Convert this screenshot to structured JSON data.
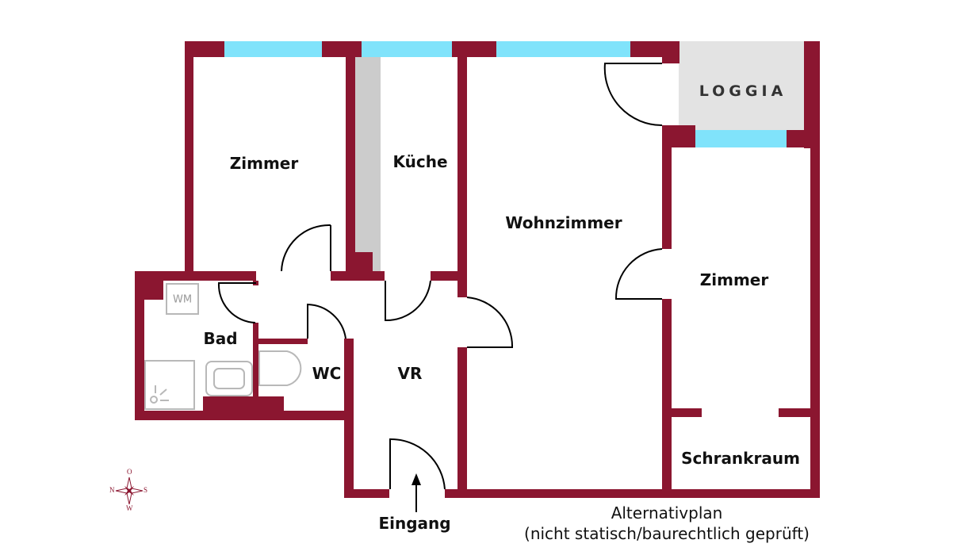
{
  "plan": {
    "colors": {
      "wall": "#8b1630",
      "window": "#80e3fb",
      "counter": "#cccccc",
      "loggia": "#e3e3e3"
    },
    "rooms": [
      {
        "id": "zimmer-1",
        "label": "Zimmer"
      },
      {
        "id": "kueche",
        "label": "Küche"
      },
      {
        "id": "wohnzimmer",
        "label": "Wohnzimmer"
      },
      {
        "id": "loggia",
        "label": "LOGGIA"
      },
      {
        "id": "zimmer-2",
        "label": "Zimmer"
      },
      {
        "id": "bad",
        "label": "Bad"
      },
      {
        "id": "wc",
        "label": "WC"
      },
      {
        "id": "vr",
        "label": "VR"
      },
      {
        "id": "schrankraum",
        "label": "Schrankraum"
      }
    ],
    "fixtures": {
      "washing_machine": "WM"
    },
    "entrance": "Eingang",
    "note_line1": "Alternativplan",
    "note_line2": "(nicht statisch/baurechtlich geprüft)",
    "compass": {
      "top": "O",
      "left": "N",
      "right": "S",
      "bottom": "W"
    }
  }
}
